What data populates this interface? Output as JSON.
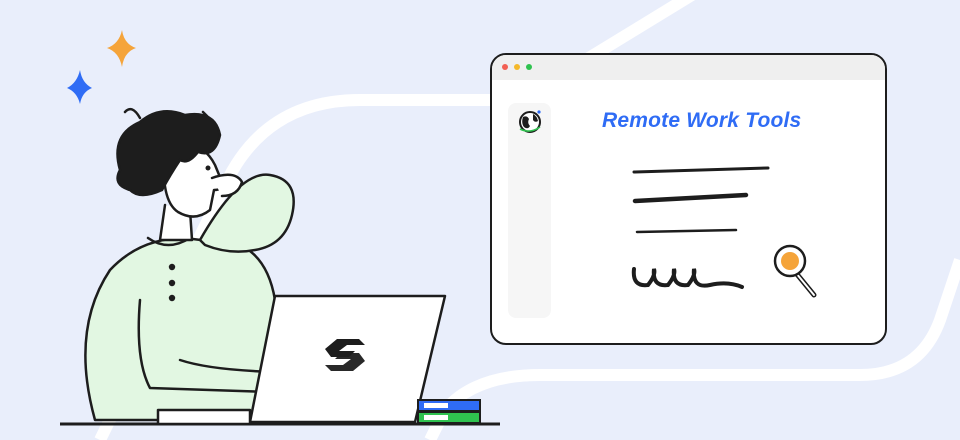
{
  "browser": {
    "title": "Remote Work Tools",
    "controls": [
      "close",
      "minimize",
      "maximize"
    ]
  },
  "icons": [
    "sparkle-icon",
    "globe-icon",
    "magnifier-icon",
    "laptop-logo-icon"
  ],
  "colors": {
    "background": "#e9eefb",
    "title": "#2f6cf5",
    "shirt": "#e2f7e2",
    "ink": "#1d1d1d",
    "sparkle_orange": "#f5a43a",
    "sparkle_blue": "#2f6cf5",
    "magnifier": "#f5a43a"
  }
}
